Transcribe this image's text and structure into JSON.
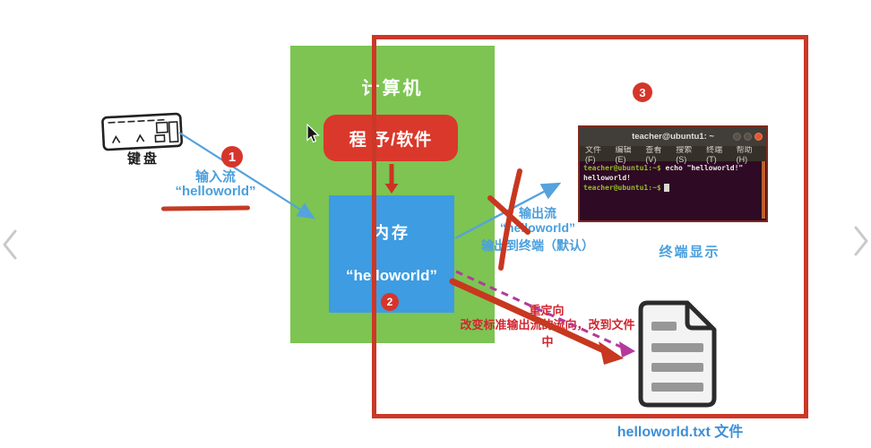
{
  "nav": {
    "prev_icon": "chevron-left",
    "next_icon": "chevron-right"
  },
  "keyboard": {
    "label": "键盘"
  },
  "badges": {
    "step1": "1",
    "step2": "2",
    "step3": "3"
  },
  "computer": {
    "title": "计算机",
    "program": "程 予/软件",
    "memory_title": "内存",
    "memory_value": "“helloworld”"
  },
  "input_stream": {
    "title": "输入流",
    "value": "“helloworld”"
  },
  "output_stream": {
    "title": "输出流",
    "value": "“helloworld”",
    "note": "输出到终端（默认）"
  },
  "terminal": {
    "title": "teacher@ubuntu1: ~",
    "menu": [
      "文件(F)",
      "编辑(E)",
      "查看(V)",
      "搜索(S)",
      "终端(T)",
      "帮助(H)"
    ],
    "prompt1": "teacher@ubuntu1:~$",
    "command": " echo \"helloworld!\"",
    "output": "helloworld!",
    "prompt2": "teacher@ubuntu1:~$",
    "caption": "终端显示"
  },
  "redirect": {
    "title": "重定向",
    "desc": "改变标准输出流的流向，改到文件中"
  },
  "file": {
    "label": "helloworld.txt 文件"
  },
  "colors": {
    "green": "#7dc452",
    "memory_blue": "#3d9ce2",
    "frame_red": "#cb3827",
    "program_red": "#da382a",
    "label_blue": "#4a9fde",
    "redirect_red": "#d2252f",
    "dash_magenta": "#b5399b",
    "terminal_bg": "#2f0a24",
    "prompt_green": "#93bd26",
    "close_orange": "#e4572e"
  }
}
